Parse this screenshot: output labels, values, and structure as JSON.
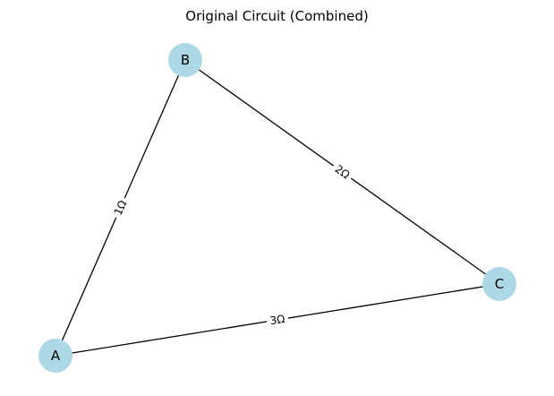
{
  "title": "Original Circuit (Combined)",
  "colors": {
    "node_fill": "#add8e6",
    "edge_stroke": "#000000",
    "label_bg": "#ffffff"
  },
  "nodes": [
    {
      "id": "A",
      "label": "A"
    },
    {
      "id": "B",
      "label": "B"
    },
    {
      "id": "C",
      "label": "C"
    }
  ],
  "edges": [
    {
      "from": "A",
      "to": "B",
      "label": "1Ω"
    },
    {
      "from": "B",
      "to": "C",
      "label": "2Ω"
    },
    {
      "from": "A",
      "to": "C",
      "label": "3Ω"
    }
  ]
}
